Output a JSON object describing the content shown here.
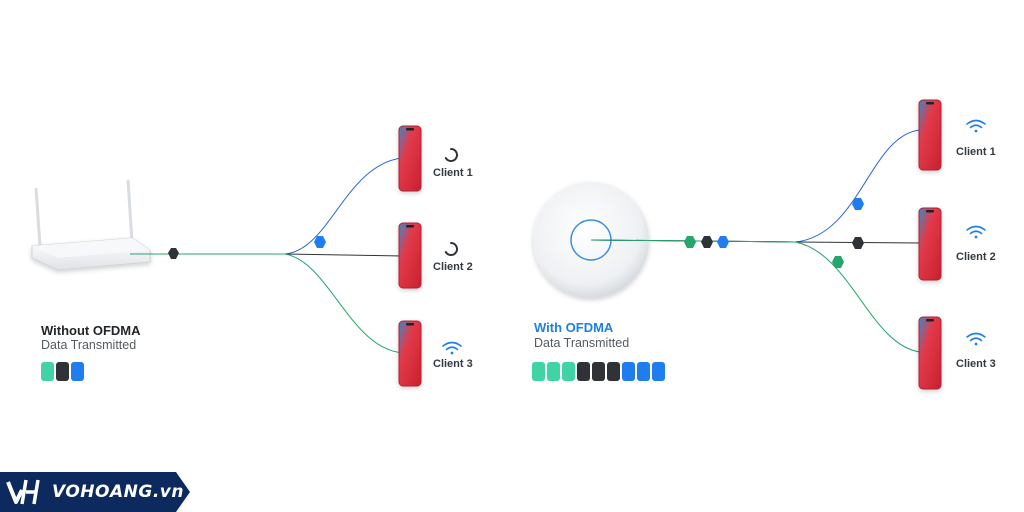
{
  "colors": {
    "green": "#3fd3a6",
    "black": "#2f3236",
    "blue": "#1f7df0",
    "heading_blue": "#1a82e2",
    "line_blue": "#2f67d8",
    "line_green": "#27a56c",
    "brand_navy": "#0d2a5e"
  },
  "left": {
    "heading": "Without OFDMA",
    "subheading": "Data Transmitted",
    "blocks": [
      "green",
      "black",
      "blue"
    ],
    "clients": [
      {
        "label": "Client 1",
        "status_icon": "loading-spinner-icon"
      },
      {
        "label": "Client 2",
        "status_icon": "loading-spinner-icon"
      },
      {
        "label": "Client 3",
        "status_icon": "wifi-icon"
      }
    ]
  },
  "right": {
    "heading": "With OFDMA",
    "subheading": "Data Transmitted",
    "blocks": [
      "green",
      "green",
      "green",
      "black",
      "black",
      "black",
      "blue",
      "blue",
      "blue"
    ],
    "clients": [
      {
        "label": "Client 1",
        "status_icon": "wifi-icon"
      },
      {
        "label": "Client 2",
        "status_icon": "wifi-icon"
      },
      {
        "label": "Client 3",
        "status_icon": "wifi-icon"
      }
    ]
  },
  "brand": {
    "name": "VOHOANG.vn",
    "logo": "vh-logo-icon"
  }
}
